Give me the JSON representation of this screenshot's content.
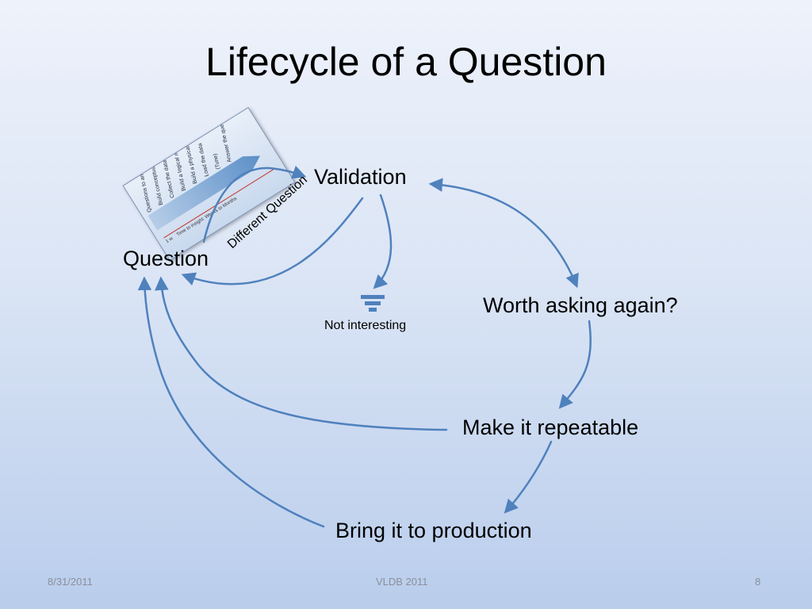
{
  "slide": {
    "title": "Lifecycle of a Question",
    "nodes": {
      "question": "Question",
      "validation": "Validation",
      "worth_asking": "Worth asking again?",
      "repeatable": "Make it repeatable",
      "production": "Bring it to production",
      "not_interesting": "Not interesting"
    },
    "edge_label": "Different Question",
    "thumbnail": {
      "steps": [
        "Questions to answer",
        "Build conceptual model",
        "Collect the data",
        "Build a logical model",
        "Build a physical model",
        "Load the data",
        "(Tune)",
        "Answer the questions"
      ],
      "axis": "Time to insight: Weeks to Months",
      "tick": "1 w"
    },
    "icons": {
      "not_interesting": "filter-icon"
    },
    "colors": {
      "arrow": "#4f81bd",
      "filter": "#4f81bd"
    }
  },
  "footer": {
    "date": "8/31/2011",
    "conference": "VLDB 2011",
    "page": "8"
  }
}
